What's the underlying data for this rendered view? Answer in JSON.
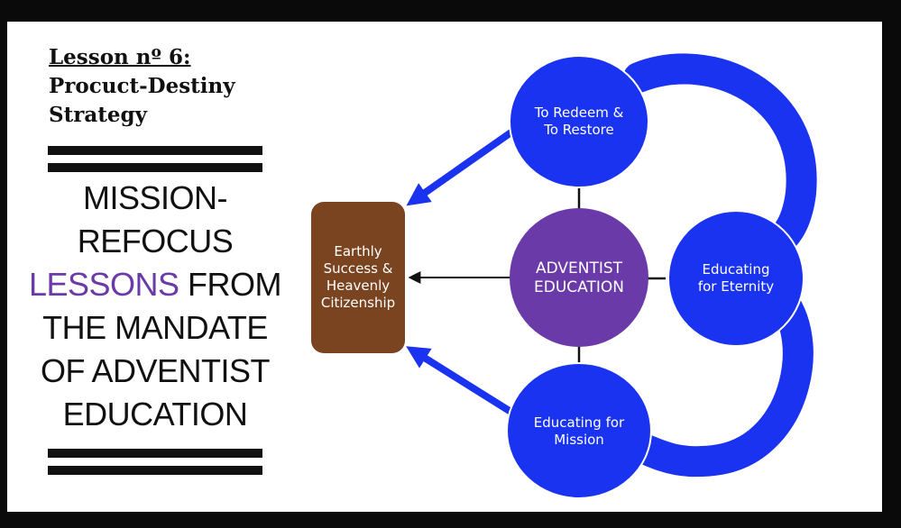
{
  "lesson": {
    "number_line": "Lesson nº 6:",
    "name_lines": [
      "Procuct-Destiny",
      "Strategy"
    ]
  },
  "heading": {
    "line1": "MISSION-",
    "line2": "REFOCUS",
    "line3_accent": "LESSONS",
    "line3_rest": " FROM",
    "line4": "THE MANDATE",
    "line5": "OF ADVENTIST",
    "line6": "EDUCATION"
  },
  "diagram": {
    "center": [
      "ADVENTIST",
      "EDUCATION"
    ],
    "top": [
      "To Redeem &",
      "To Restore"
    ],
    "right": [
      "Educating",
      "for Eternity"
    ],
    "bottom": [
      "Educating for",
      "Mission"
    ],
    "outcome": [
      "Earthly",
      "Success &",
      "Heavenly",
      "Citizenship"
    ]
  },
  "colors": {
    "blue": "#1a33f0",
    "purple": "#6a3aa8",
    "brown": "#7a4421",
    "accent_text": "#6a3aa8"
  }
}
